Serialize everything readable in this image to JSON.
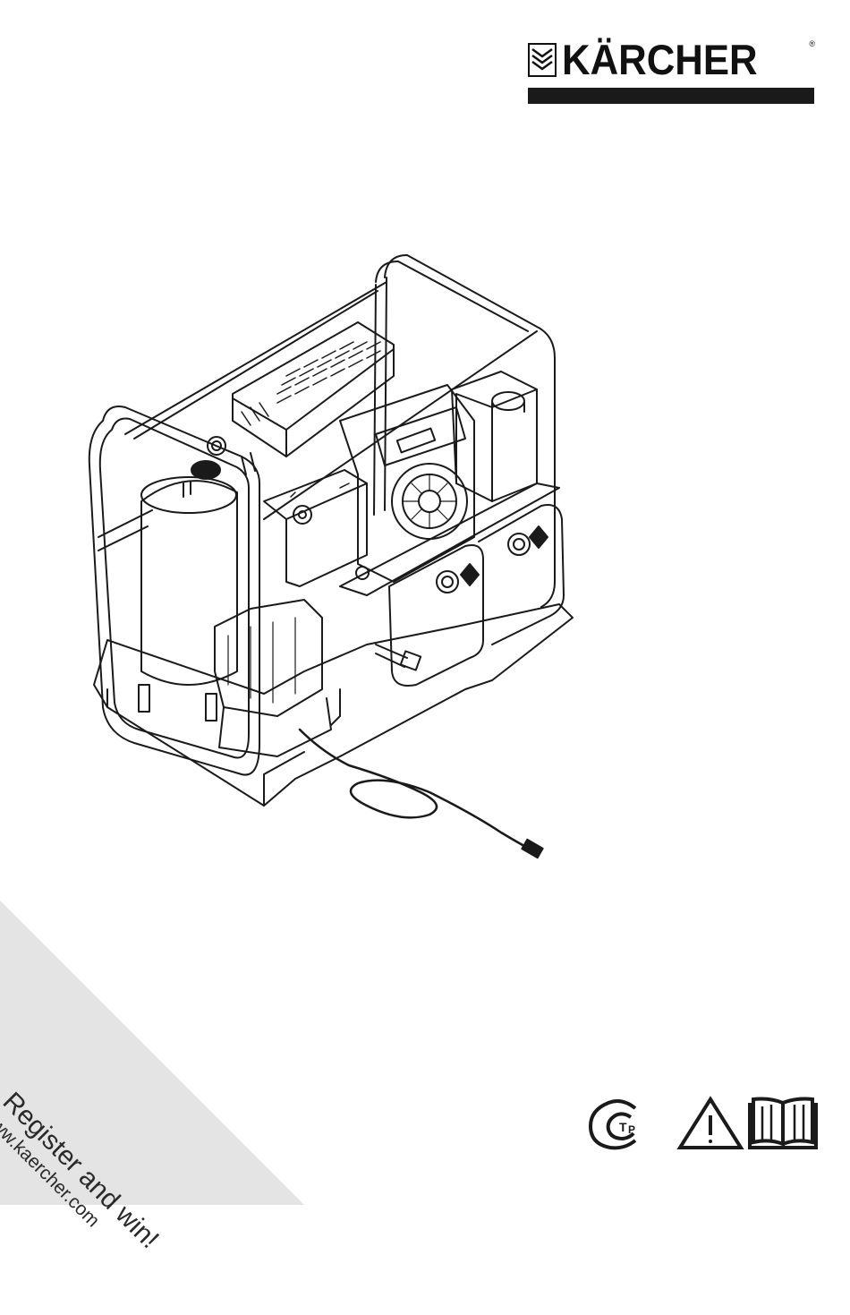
{
  "brand": {
    "name": "KÄRCHER",
    "registered_mark": "®"
  },
  "promo": {
    "line1": "Register and win!",
    "line2": "www.kaercher.com"
  },
  "icons": {
    "certification": "gost-certification-icon",
    "warning": "warning-triangle-icon",
    "manual": "open-book-icon"
  },
  "colors": {
    "ink": "#1a1a1a",
    "corner_fill": "#e4e4e4",
    "background": "#ffffff"
  }
}
